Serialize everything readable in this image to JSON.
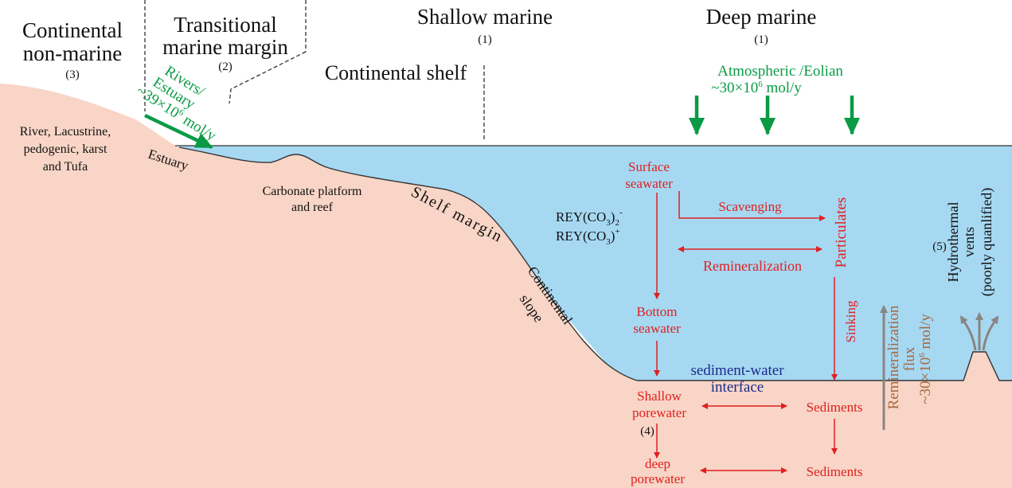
{
  "zones": {
    "continental": {
      "line1": "Continental",
      "line2": "non-marine",
      "num": "(3)"
    },
    "transitional": {
      "line1": "Transitional",
      "line2": "marine margin",
      "num": "(2)"
    },
    "shallow": {
      "title": "Shallow marine",
      "num": "(1)"
    },
    "deep": {
      "title": "Deep marine",
      "num": "(1)"
    },
    "shelf": "Continental shelf"
  },
  "sources": {
    "rivers": {
      "line1": "Rivers/",
      "line2": "Estuary",
      "flux": "~39×10",
      "exp": "6",
      "unit": " mol/y"
    },
    "atmospheric": {
      "line1": "Atmospheric /Eolian",
      "flux": "~30×10",
      "exp": "6",
      "unit": " mol/y"
    },
    "remin_flux": {
      "line1": "Remineralization",
      "line2": "flux",
      "flux": "~30×10",
      "exp": "6",
      "unit": " mol/y"
    },
    "hydrothermal": {
      "num": "(5)",
      "line1": "Hydrothermal",
      "line2": "vents",
      "line3": "(poorly quanlified)"
    }
  },
  "land_labels": {
    "river": [
      "River, Lacustrine,",
      "pedogenic, karst",
      "and Tufa"
    ],
    "estuary": "Estuary",
    "platform": [
      "Carbonate platform",
      "and reef"
    ],
    "shelf_margin": "Shelf margin",
    "slope": [
      "Continental",
      "slope"
    ]
  },
  "ocean": {
    "surface": [
      "Surface",
      "seawater"
    ],
    "scavenging": "Scavenging",
    "particulates": "Particulates",
    "remineralization": "Remineralization",
    "rey1": {
      "pre": "REY(CO",
      "sub": "3",
      "mid": ")",
      "sub2": "2",
      "sup": "-"
    },
    "rey2": {
      "pre": "REY(CO",
      "sub": "3",
      "mid": ")",
      "sup": "+"
    },
    "bottom": [
      "Bottom",
      "seawater"
    ],
    "sinking": "Sinking",
    "interface": [
      "sediment-water",
      "interface"
    ]
  },
  "sediment": {
    "shallow_pw": [
      "Shallow",
      "porewater"
    ],
    "num4": "(4)",
    "sediments1": "Sediments",
    "deep_pw": [
      "deep",
      "porewater"
    ],
    "sediments2": "Sediments"
  },
  "colors": {
    "water": "#a6d8f2",
    "land": "#f8d5c6",
    "green": "#0a9a45",
    "red": "#e02020",
    "brown": "#a5683e",
    "navy": "#1a2b8c",
    "gray": "#8a8480"
  }
}
